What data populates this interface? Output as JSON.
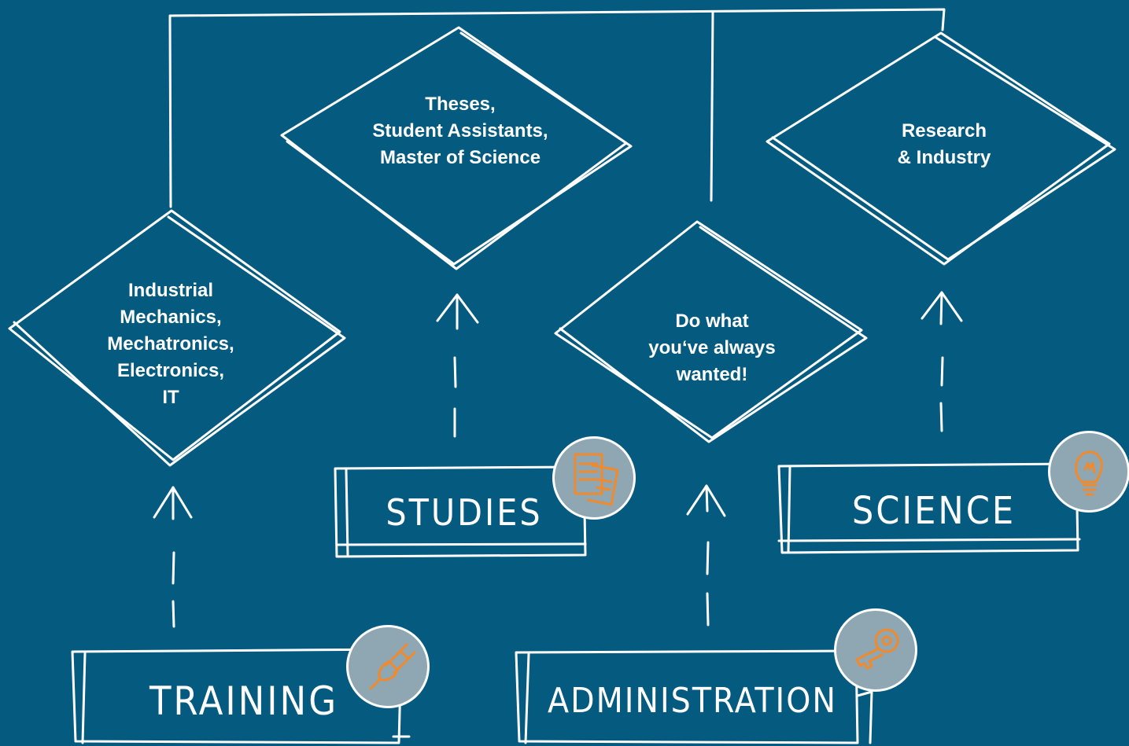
{
  "nodes": {
    "industrial": {
      "lines": [
        "Industrial",
        "Mechanics,",
        "Mechatronics,",
        "Electronics,",
        "IT"
      ]
    },
    "theses": {
      "lines": [
        "Theses,",
        "Student Assistants,",
        "Master of Science"
      ]
    },
    "dowhat": {
      "lines": [
        "Do what",
        "you‘ve always",
        "wanted!"
      ]
    },
    "research": {
      "lines": [
        "Research",
        "& Industry"
      ]
    }
  },
  "boxes": {
    "training": {
      "label": "Training",
      "icon": "plug-icon"
    },
    "studies": {
      "label": "studies",
      "icon": "documents-icon"
    },
    "administration": {
      "label": "Administration",
      "icon": "key-icon"
    },
    "science": {
      "label": "Science",
      "icon": "lightbulb-icon"
    }
  },
  "colors": {
    "background": "#055b7f",
    "stroke": "#ffffff",
    "icon": "#f08a2c",
    "badge": "#8fa7b2"
  }
}
